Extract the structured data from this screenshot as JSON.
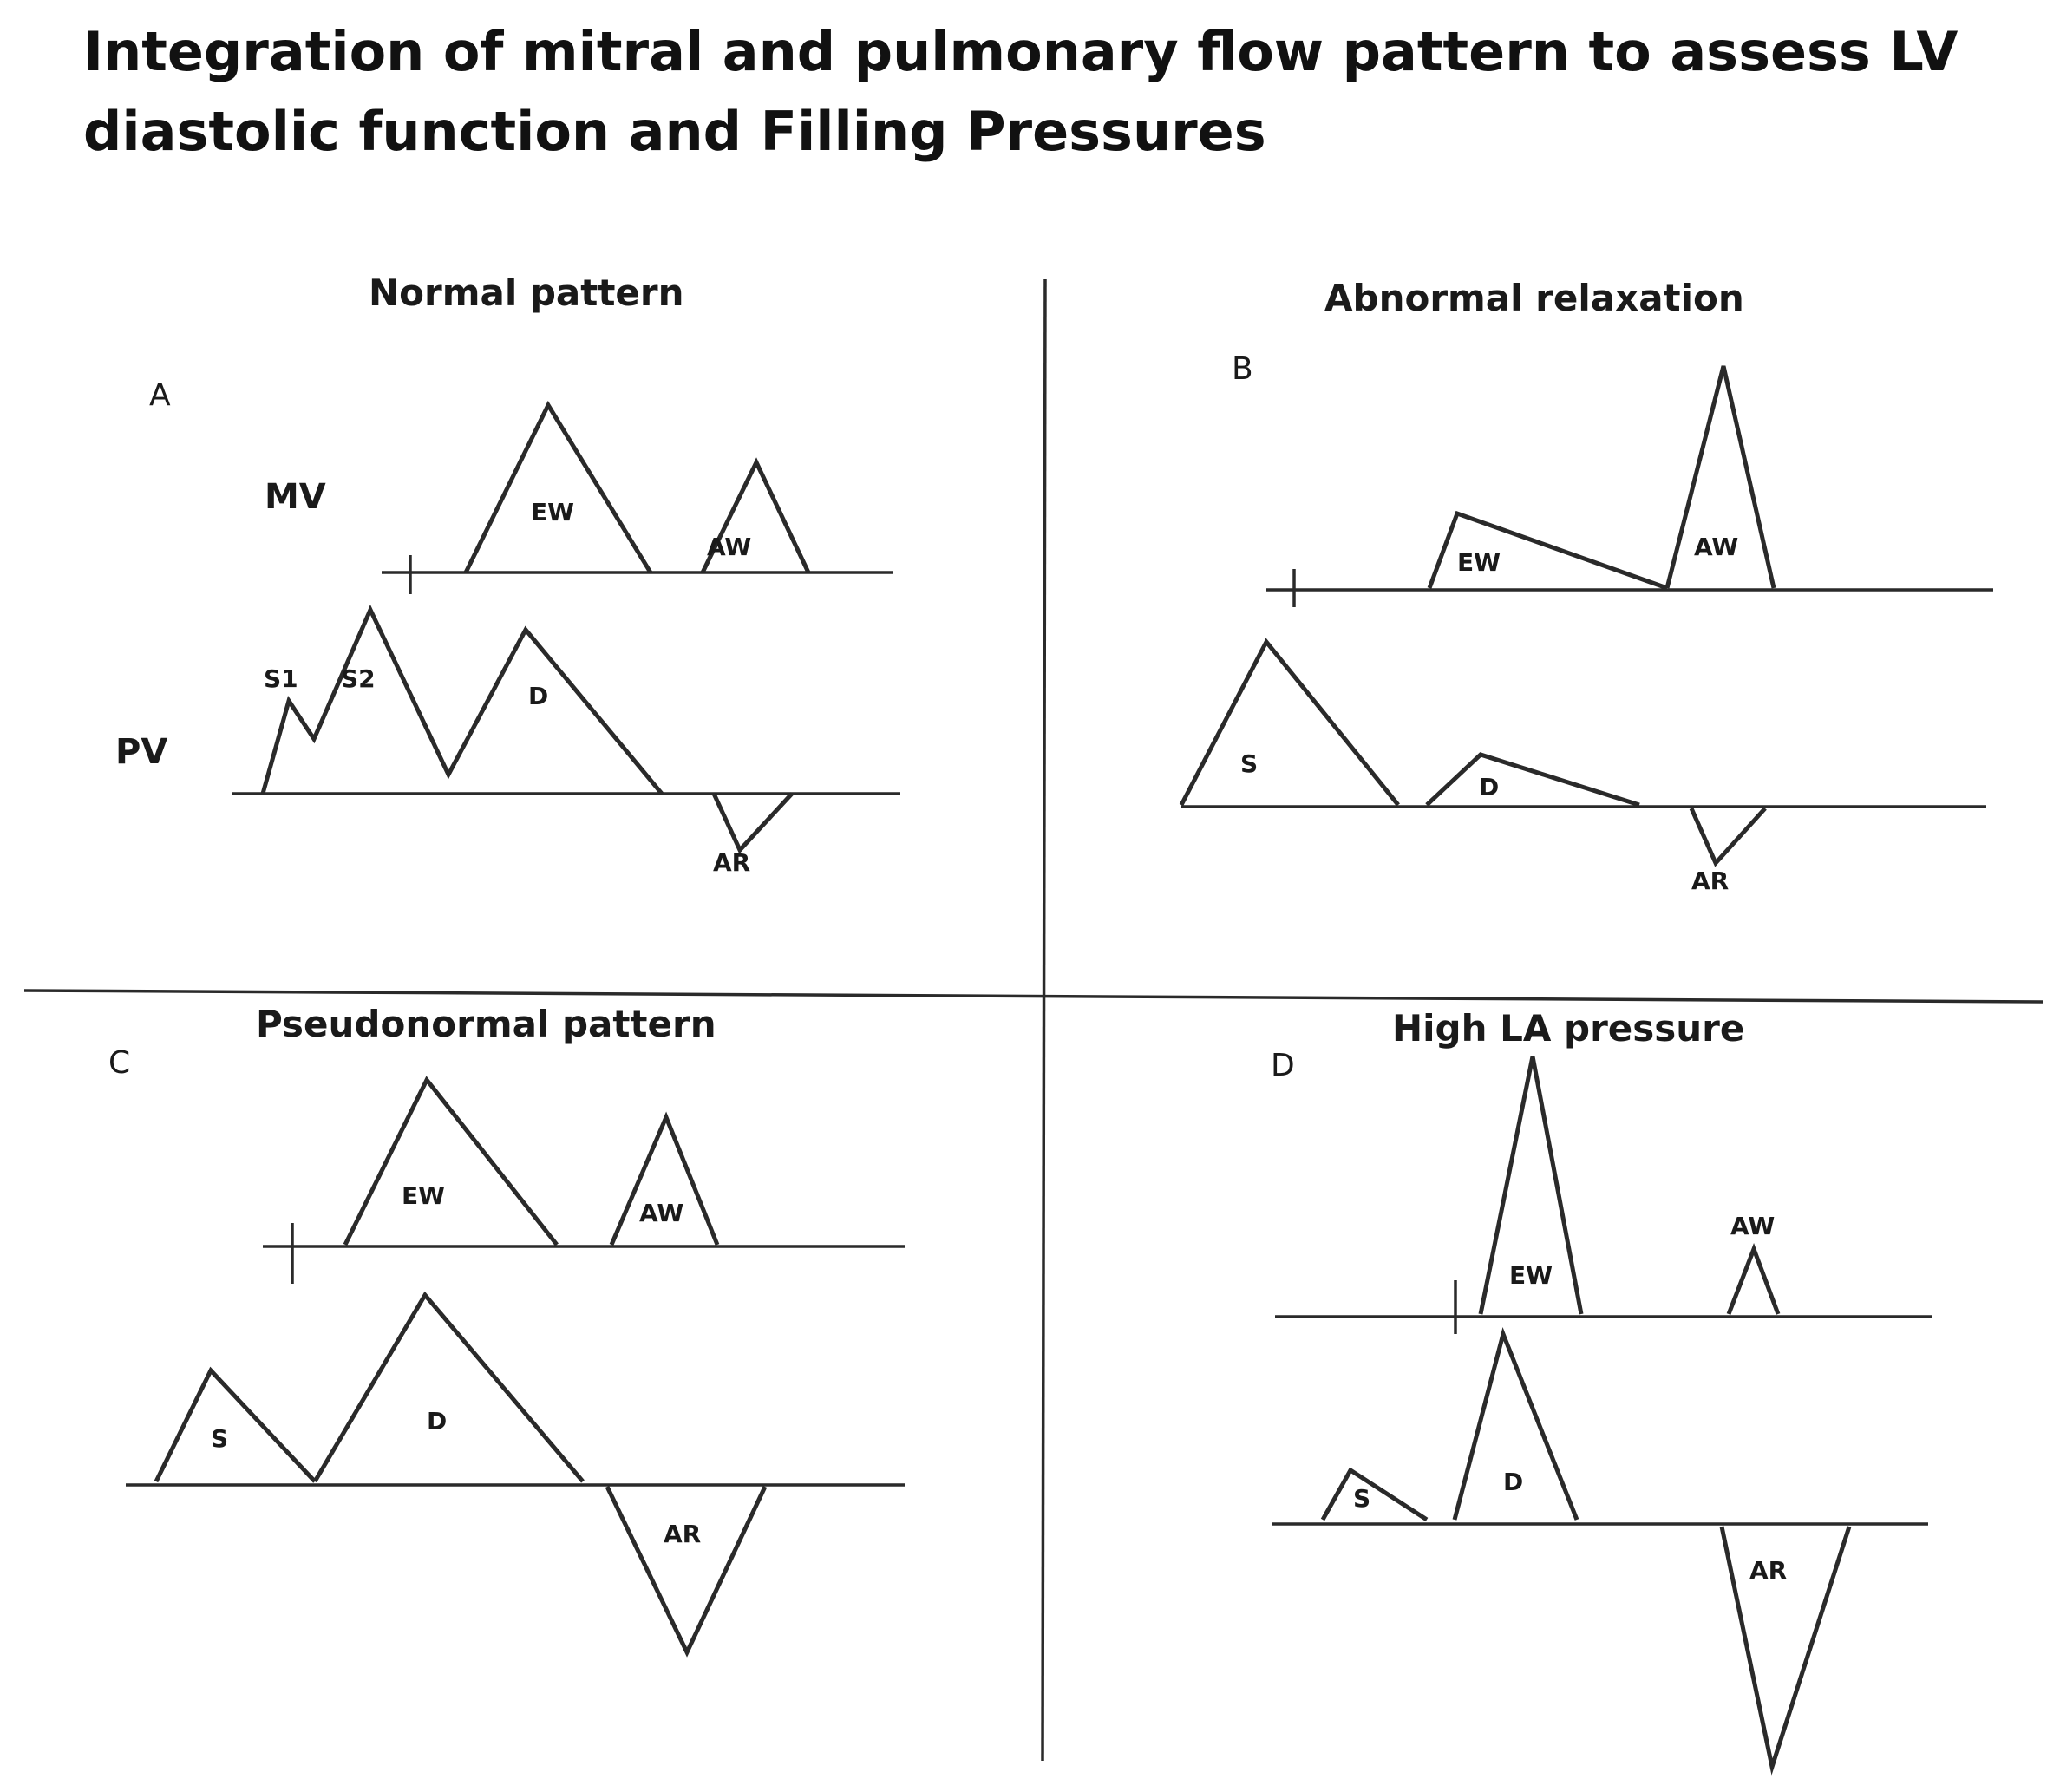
{
  "title": "Integration of mitral and pulmonary flow pattern to assess LV diastolic function and Filling Pressures",
  "row_labels": {
    "mv": "MV",
    "pv": "PV"
  },
  "panels": {
    "a": {
      "letter": "A",
      "title": "Normal pattern",
      "labels": {
        "ew": "EW",
        "aw": "AW",
        "s1": "S1",
        "s2": "S2",
        "d": "D",
        "ar": "AR"
      }
    },
    "b": {
      "letter": "B",
      "title": "Abnormal relaxation",
      "labels": {
        "ew": "EW",
        "aw": "AW",
        "s": "S",
        "d": "D",
        "ar": "AR"
      }
    },
    "c": {
      "letter": "C",
      "title": "Pseudonormal pattern",
      "labels": {
        "ew": "EW",
        "aw": "AW",
        "s": "S",
        "d": "D",
        "ar": "AR"
      }
    },
    "d": {
      "letter": "D",
      "title": "High LA pressure",
      "labels": {
        "ew": "EW",
        "aw": "AW",
        "s": "S",
        "d": "D",
        "ar": "AR"
      }
    }
  }
}
